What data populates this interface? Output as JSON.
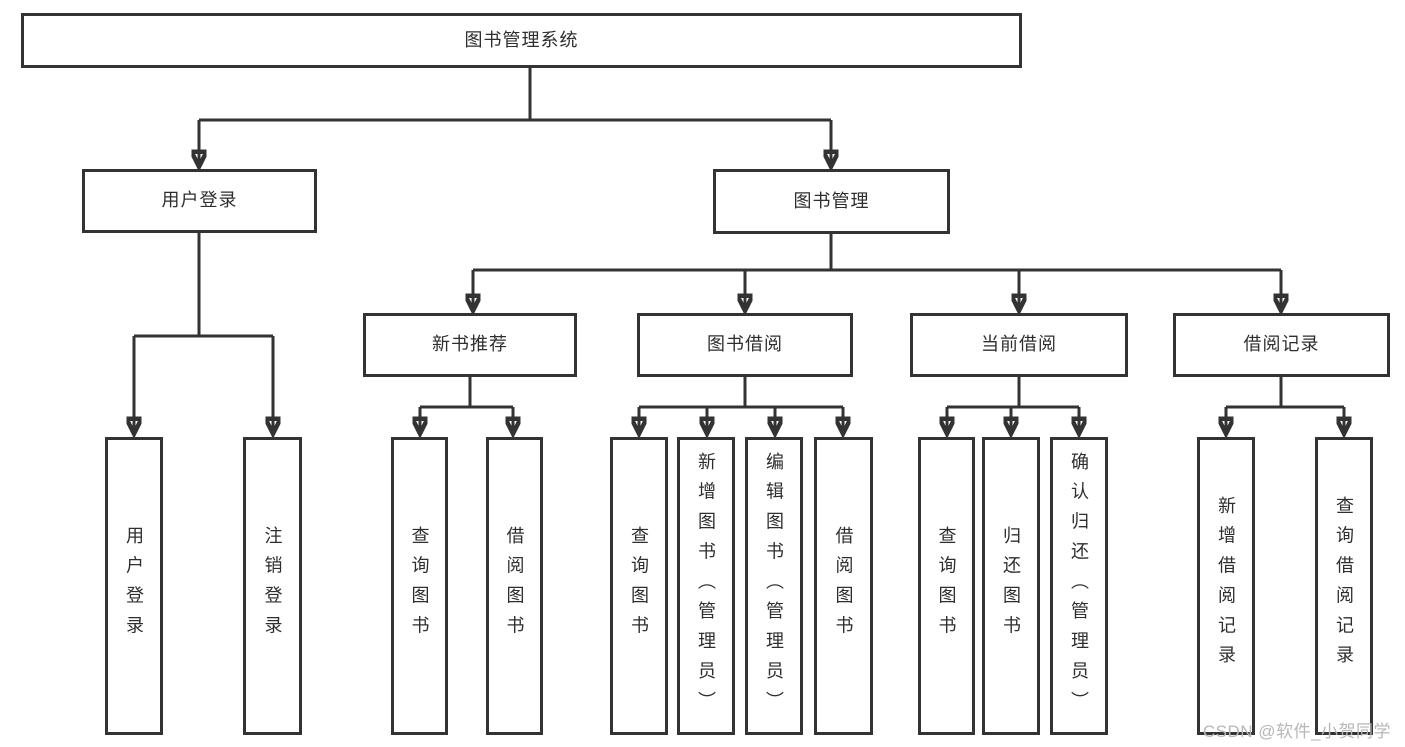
{
  "colors": {
    "line": "#333333",
    "text": "#2e2e2e",
    "watermark": "#b7b7b7",
    "bg": "#ffffff"
  },
  "tree": {
    "root": "图书管理系统",
    "branches": [
      {
        "label": "用户登录",
        "children": [
          "用户登录",
          "注销登录"
        ]
      },
      {
        "label": "图书管理",
        "groups": [
          {
            "label": "新书推荐",
            "children": [
              "查询图书",
              "借阅图书"
            ]
          },
          {
            "label": "图书借阅",
            "children": [
              "查询图书",
              "新增图书（管理员）",
              "编辑图书（管理员）",
              "借阅图书"
            ]
          },
          {
            "label": "当前借阅",
            "children": [
              "查询图书",
              "归还图书",
              "确认归还（管理员）"
            ]
          },
          {
            "label": "借阅记录",
            "children": [
              "新增借阅记录",
              "查询借阅记录"
            ]
          }
        ]
      }
    ]
  },
  "watermark": "CSDN @软件_小贺同学"
}
